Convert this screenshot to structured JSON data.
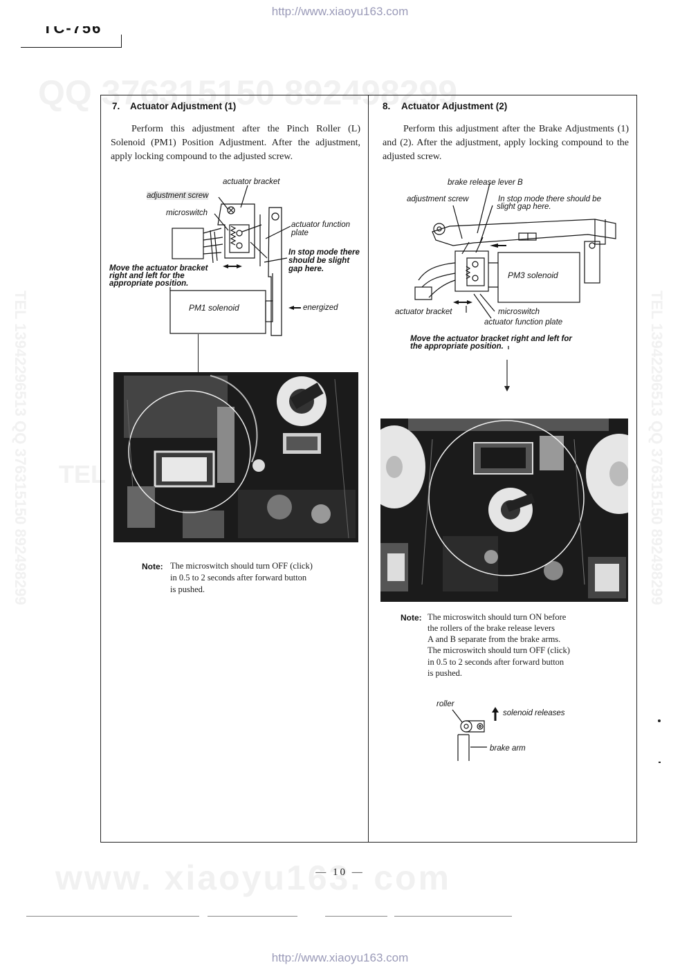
{
  "header": {
    "url_top": "http://www.xiaoyu163.com",
    "url_bottom": "http://www.xiaoyu163.com",
    "model_code": "TC-756"
  },
  "watermarks": {
    "top": "QQ 376315150   892498299",
    "left_side": "TEL 13942296513  QQ 376315150  892498299",
    "right_side": "TEL 13942296513  QQ 376315150  892498299",
    "middle": "TEL 13942296513",
    "bottom": "www. xiaoyu163. com"
  },
  "left": {
    "heading_num": "7.",
    "heading": "Actuator Adjustment (1)",
    "para": "Perform this adjustment after the Pinch Roller (L) Solenoid (PM1) Position Adjustment. After the adjustment, apply locking compound to the adjusted screw.",
    "labels": {
      "actuator_bracket": "actuator bracket",
      "adjustment_screw": "adjustment screw",
      "microswitch": "microswitch",
      "actuator_function_plate_1": "actuator function",
      "actuator_function_plate_2": "plate",
      "stop_mode_1": "In stop mode there",
      "stop_mode_2": "should be slight",
      "stop_mode_3": "gap here.",
      "move_1": "Move the actuator bracket",
      "move_2": "right and left for the",
      "move_3": "appropriate position.",
      "solenoid": "PM1 solenoid",
      "energized": "energized"
    },
    "note_head": "Note:",
    "note_lines": [
      "The microswitch should turn OFF (click)",
      "in 0.5 to 2 seconds after forward button",
      "is pushed."
    ]
  },
  "right": {
    "heading_num": "8.",
    "heading": "Actuator Adjustment (2)",
    "para": "Perform this adjustment after the Brake Adjustments (1) and (2). After the adjustment, apply locking compound to the adjusted screw.",
    "labels": {
      "brake_release_lever": "brake release lever B",
      "adjustment_screw": "adjustment screw",
      "stop_mode_1": "In stop mode there should be",
      "stop_mode_2": "slight gap here.",
      "solenoid": "PM3 solenoid",
      "actuator_bracket": "actuator bracket",
      "microswitch": "microswitch",
      "actuator_function_plate": "actuator function plate",
      "move_1": "Move the actuator bracket right and left for",
      "move_2": "the appropriate position."
    },
    "note_head": "Note:",
    "note_lines": [
      "The microswitch should turn ON before",
      "the rollers of the brake release levers",
      "A and B separate from the brake arms.",
      "The microswitch should turn OFF (click)",
      "in 0.5 to 2 seconds after forward button",
      "is pushed."
    ],
    "small_diagram": {
      "roller": "roller",
      "solenoid_releases": "solenoid releases",
      "brake_arm": "brake arm"
    }
  },
  "footer": {
    "page_number": "— 10 —"
  }
}
